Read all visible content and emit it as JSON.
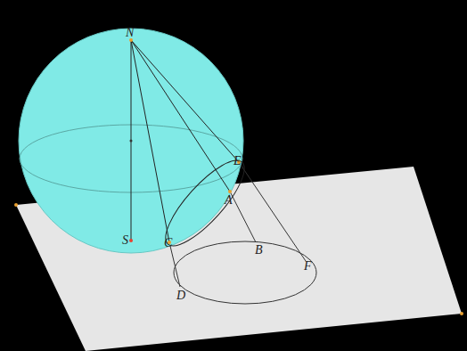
{
  "diagram": {
    "labels": [
      "N",
      "E",
      "A",
      "S",
      "C",
      "B",
      "F",
      "D"
    ]
  }
}
